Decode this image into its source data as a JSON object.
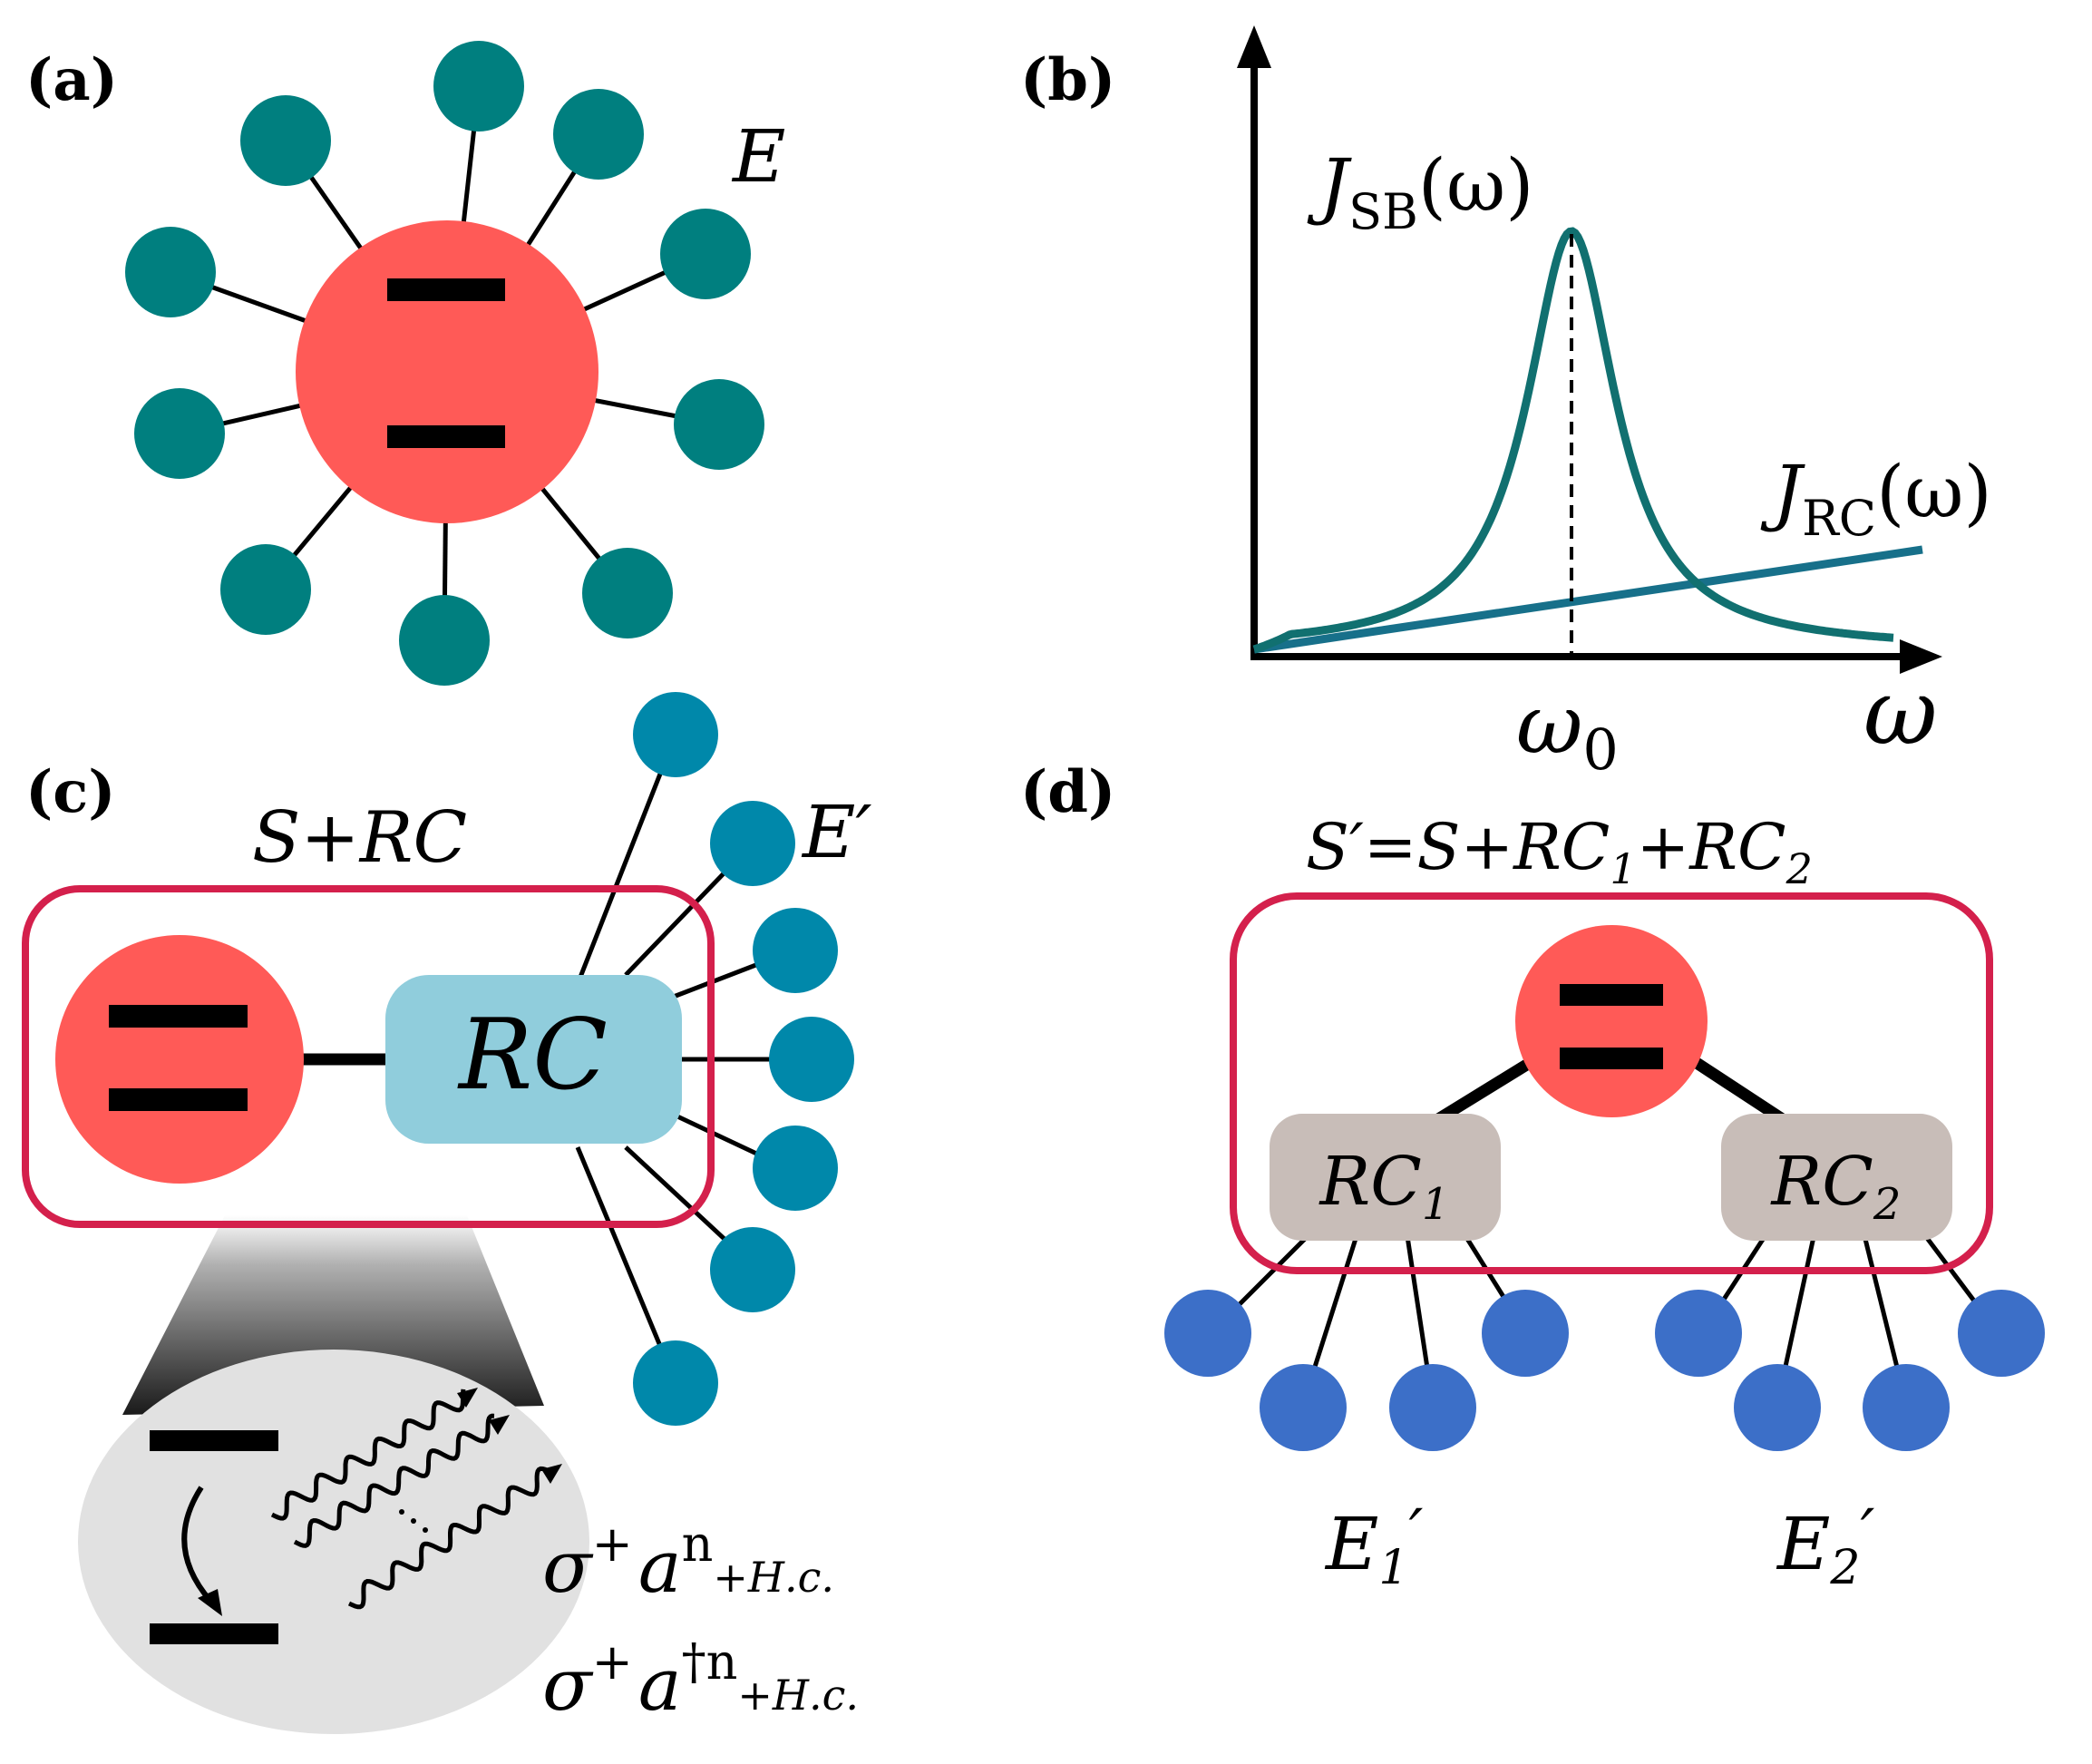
{
  "panels": {
    "a": {
      "label": "(a)",
      "env_label": "E",
      "colors": {
        "system": "#ff5a57",
        "bath": "#007f7f"
      }
    },
    "b": {
      "label": "(b)",
      "curve1_sym": "J",
      "curve1_sub": "SB",
      "curve1_arg": "(ω)",
      "curve2_sym": "J",
      "curve2_sub": "RC",
      "curve2_arg": "(ω)",
      "tick_peak_sym": "ω",
      "tick_peak_sub": "0",
      "axis_x_label": "ω",
      "colors": {
        "sb_curve": "#117070",
        "rc_line": "#17708a"
      }
    },
    "c": {
      "label": "(c)",
      "group_label": "S+RC",
      "rc_label": "RC",
      "env_label": "E′",
      "coupling_1": {
        "sigma": "σ",
        "sup": "+",
        "op": "a",
        "op_sup": "n",
        "hc": "+H.c."
      },
      "coupling_2": {
        "sigma": "σ",
        "sup": "+",
        "op": "a",
        "op_sup": "†n",
        "hc": "+H.c."
      },
      "colors": {
        "box": "#d4204c",
        "rc": "#90cddc",
        "bath": "#0088aa",
        "zoom": "#e1e1e1"
      }
    },
    "d": {
      "label": "(d)",
      "group_label_prefix": "S′=S+RC",
      "group_label_sub1": "1",
      "group_label_mid": "+RC",
      "group_label_sub2": "2",
      "rc1_label": "RC",
      "rc1_sub": "1",
      "rc2_label": "RC",
      "rc2_sub": "2",
      "env1_label": "E",
      "env1_sub": "1",
      "env1_prime": "′",
      "env2_label": "E",
      "env2_sub": "2",
      "env2_prime": "′",
      "colors": {
        "box": "#d4204c",
        "rc": "#c8bdb8",
        "bath": "#3c6fc8"
      }
    }
  }
}
